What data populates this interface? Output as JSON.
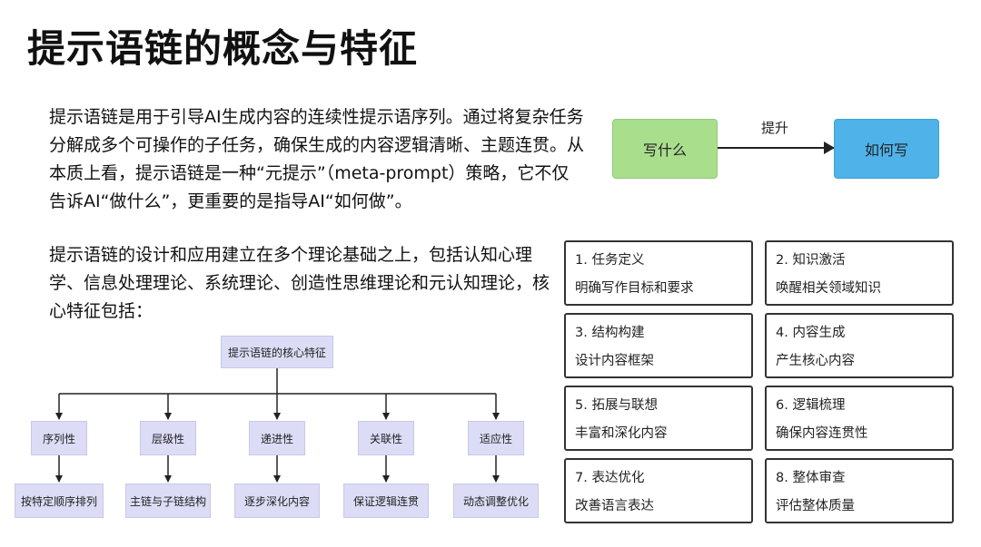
{
  "title": "提示语链的概念与特征",
  "paragraph1": "提示语链是用于引导AI生成内容的连续性提示语序列。通过将复杂任务分解成多个可操作的子任务，确保生成的内容逻辑清晰、主题连贯。从本质上看，提示语链是一种“元提示”（meta-prompt）策略，它不仅告诉AI“做什么”，更重要的是指导AI“如何做”。",
  "paragraph2": "提示语链的设计和应用建立在多个理论基础之上，包括认知心理学、信息处理理论、系统理论、创造性思维理论和元认知理论，核心特征包括：",
  "flow": {
    "from": "写什么",
    "to": "如何写",
    "label": "提升",
    "colors": {
      "from": "#a9de8d",
      "to": "#4fb3ea"
    }
  },
  "features": [
    {
      "title": "1. 任务定义",
      "desc": "明确写作目标和要求"
    },
    {
      "title": "2. 知识激活",
      "desc": "唤醒相关领域知识"
    },
    {
      "title": "3. 结构构建",
      "desc": "设计内容框架"
    },
    {
      "title": "4. 内容生成",
      "desc": "产生核心内容"
    },
    {
      "title": "5. 拓展与联想",
      "desc": "丰富和深化内容"
    },
    {
      "title": "6. 逻辑梳理",
      "desc": "确保内容连贯性"
    },
    {
      "title": "7. 表达优化",
      "desc": "改善语言表达"
    },
    {
      "title": "8. 整体审查",
      "desc": "评估整体质量"
    }
  ],
  "tree": {
    "root": "提示语链的核心特征",
    "branches": [
      {
        "label": "序列性",
        "detail": "按特定顺序排列"
      },
      {
        "label": "层级性",
        "detail": "主链与子链结构"
      },
      {
        "label": "递进性",
        "detail": "逐步深化内容"
      },
      {
        "label": "关联性",
        "detail": "保证逻辑连贯"
      },
      {
        "label": "适应性",
        "detail": "动态调整优化"
      }
    ],
    "colors": {
      "node": "#dcdcf6"
    }
  }
}
